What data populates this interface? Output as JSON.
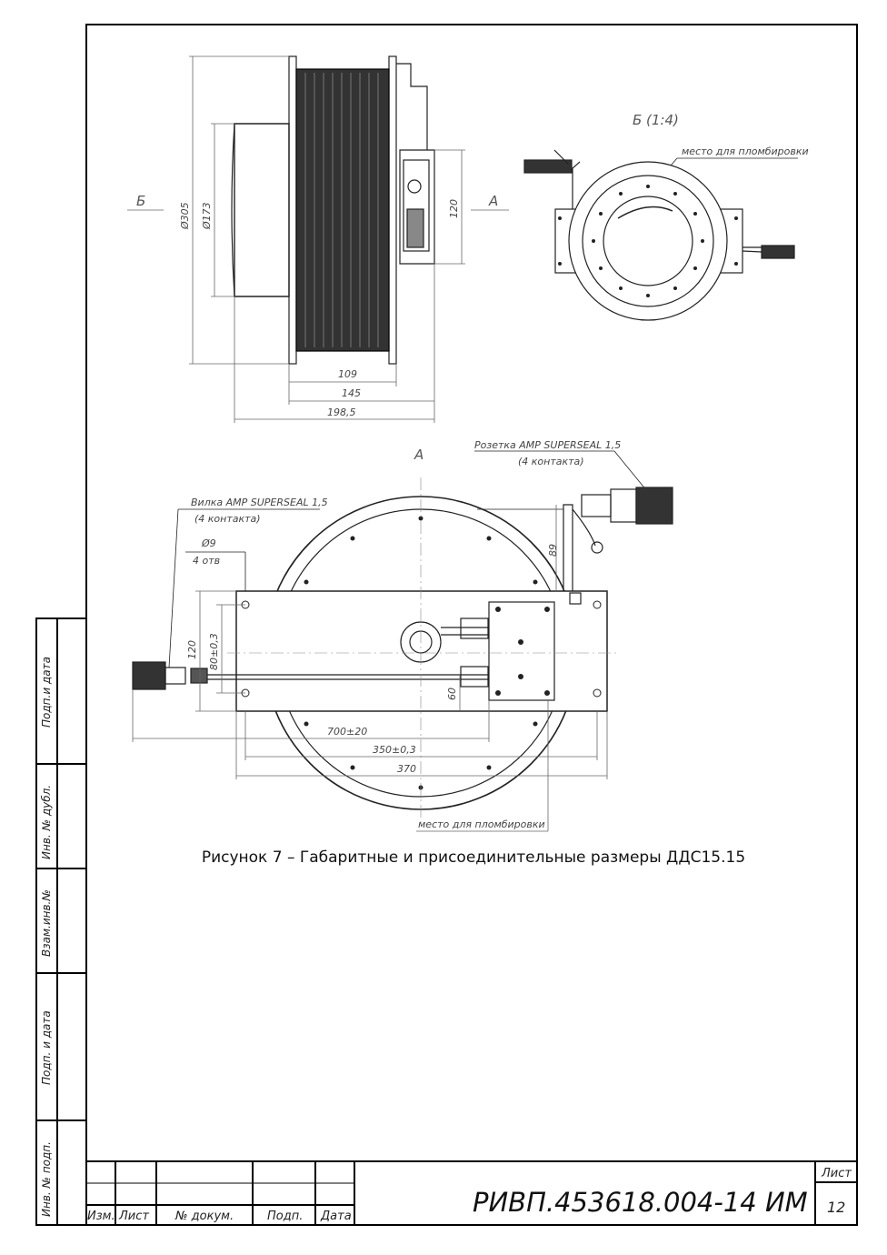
{
  "drawing": {
    "top_view": {
      "view_arrow_left": "Б",
      "view_arrow_right": "А",
      "dim_diameter_outer": "Ø305",
      "dim_diameter_inner": "Ø173",
      "dim_height": "120",
      "dim_width_109": "109",
      "dim_width_145": "145",
      "dim_width_198": "198,5"
    },
    "view_b": {
      "title": "Б (1:4)",
      "seal_note": "место для пломбировки"
    },
    "view_a": {
      "title": "А",
      "socket_note_line1": "Розетка AMP SUPERSEAL 1,5",
      "socket_note_line2": "(4 контакта)",
      "plug_note_line1": "Вилка AMP SUPERSEAL 1,5",
      "plug_note_line2": "(4 контакта)",
      "holes_dia": "Ø9",
      "holes_count": "4 отв",
      "dim_89": "89",
      "dim_120": "120",
      "dim_80": "80±0,3",
      "dim_60": "60",
      "dim_700": "700±20",
      "dim_350": "350±0,3",
      "dim_370": "370",
      "seal_note": "место для пломбировки"
    }
  },
  "caption": "Рисунок 7 – Габаритные и присоединительные размеры ДДС15.15",
  "side_stamp": {
    "labels": [
      "Подп.и дата",
      "Инв. № дубл.",
      "Взам.инв.№",
      "Подп. и дата",
      "Инв. № подп."
    ]
  },
  "title_block": {
    "columns": [
      "Изм.",
      "Лист",
      "№ докум.",
      "Подп.",
      "Дата"
    ],
    "document_number": "РИВП.453618.004-14 ИМ",
    "sheet_label": "Лист",
    "sheet_number": "12"
  }
}
